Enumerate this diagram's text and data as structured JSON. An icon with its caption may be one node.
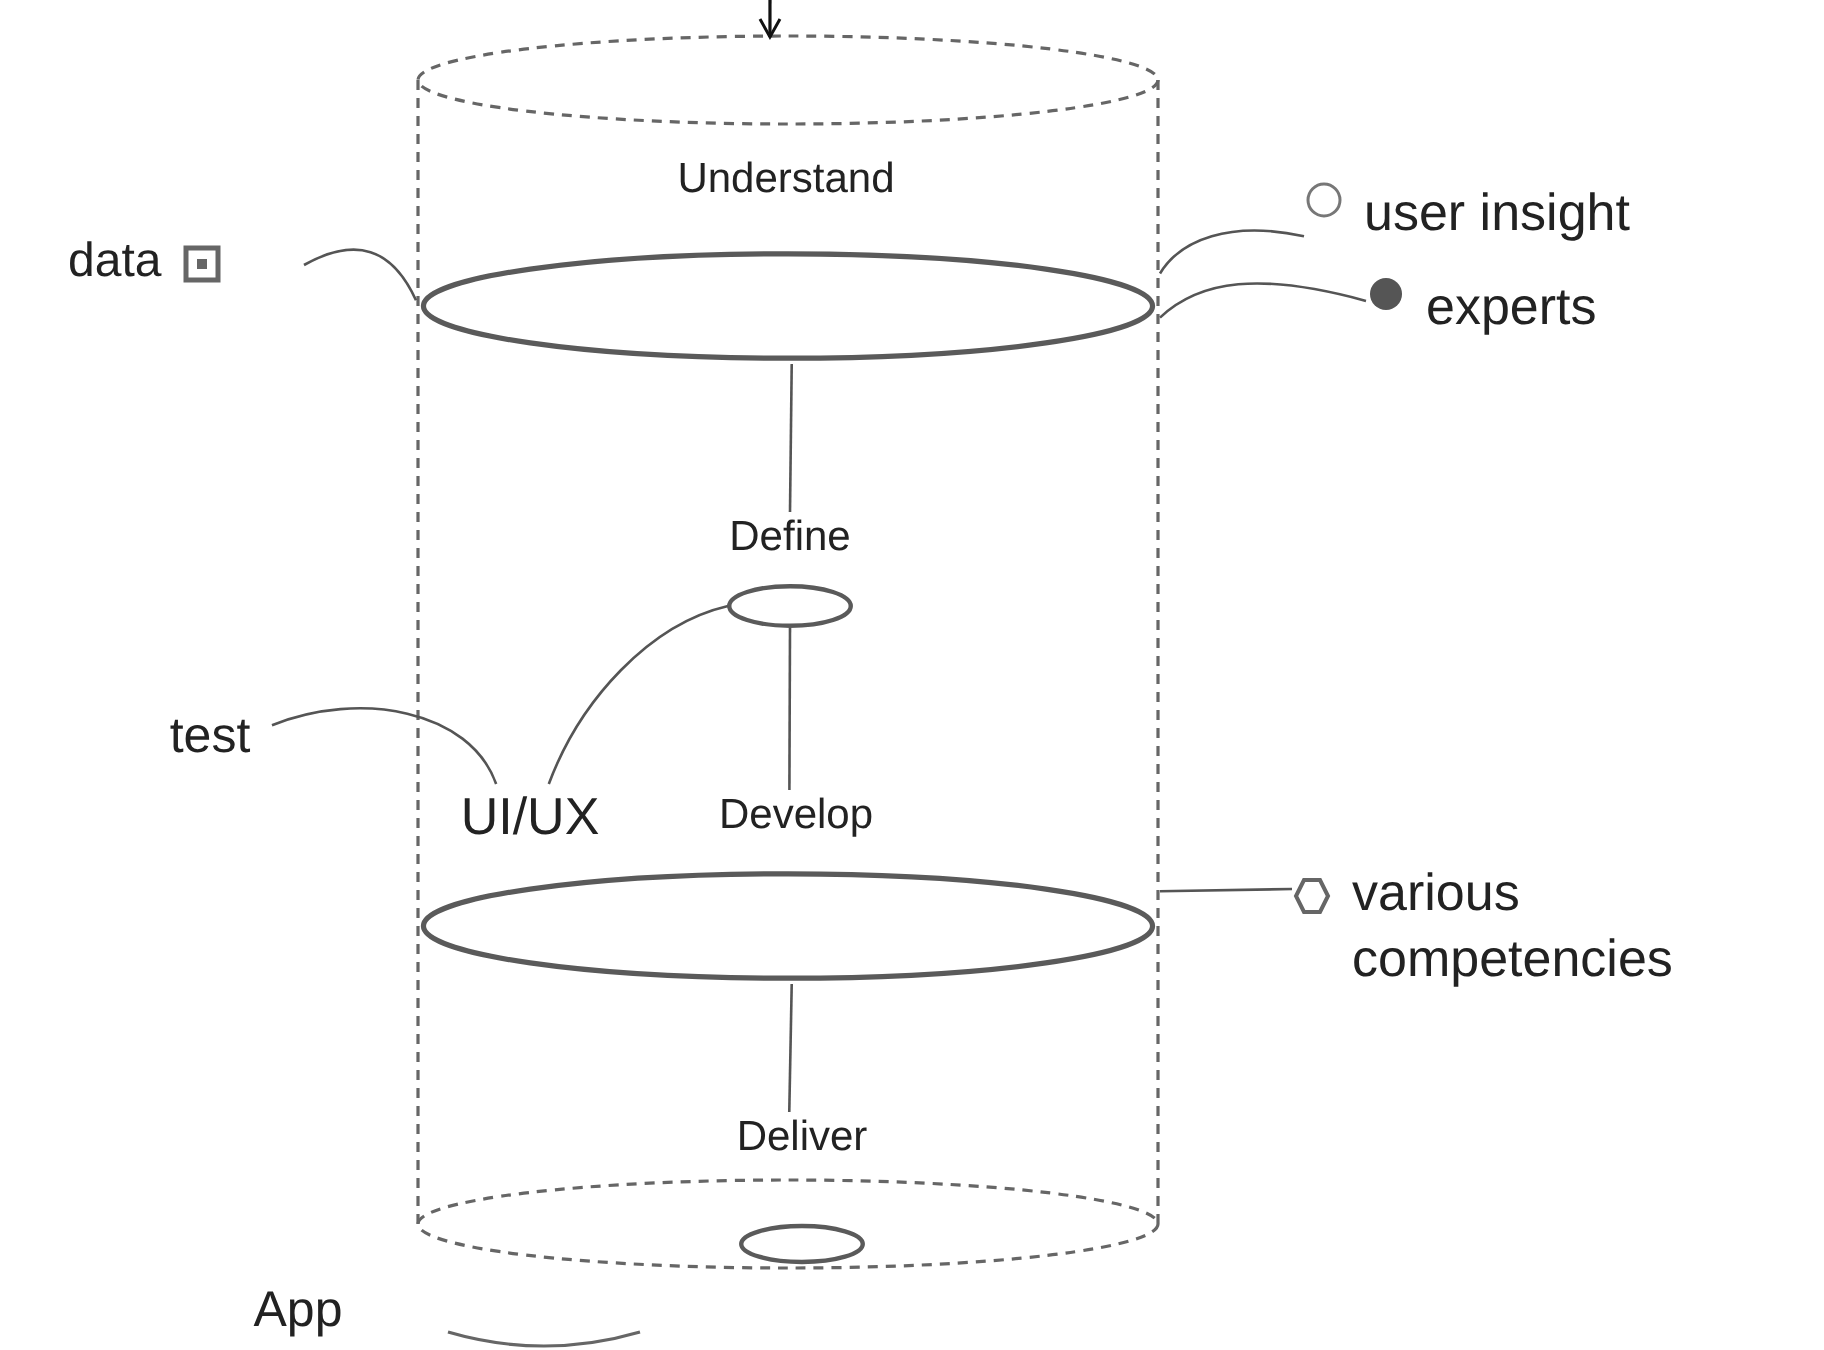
{
  "diagram": {
    "nodes": [
      {
        "text": [],
        "shape": "cylinder"
      },
      {
        "text": [
          "data"
        ]
      },
      {
        "text": [],
        "shape": "ellipse",
        "in": 0
      },
      {
        "text": [
          "user insight"
        ]
      },
      {
        "text": [
          "experts"
        ]
      },
      {
        "text": [
          "Define"
        ],
        "in": 0
      },
      {
        "text": [],
        "shape": "ellipse",
        "in": 0
      },
      {
        "text": [
          "test"
        ]
      },
      {
        "text": [
          "UI/UX"
        ],
        "in": 0
      },
      {
        "text": [
          "Develop"
        ],
        "in": 0
      },
      {
        "text": [],
        "shape": "ellipse",
        "in": 0
      },
      {
        "text": [
          "various competencies"
        ]
      },
      {
        "text": [
          "Deliver"
        ],
        "in": 0
      },
      {
        "text": [],
        "shape": "ellipse",
        "in": 0
      },
      {
        "text": [
          "App"
        ]
      }
    ],
    "edges": [
      {
        "from": null,
        "to": 0,
        "arrow": "to"
      },
      {
        "from": 1,
        "to": 2,
        "arrow": "none"
      },
      {
        "from": 3,
        "to": 2,
        "arrow": "none"
      },
      {
        "from": 4,
        "to": 2,
        "arrow": "none"
      },
      {
        "from": 2,
        "to": 5,
        "arrow": "none"
      },
      {
        "from": 8,
        "to": 6,
        "arrow": "none"
      },
      {
        "from": 7,
        "to": 8,
        "arrow": "none"
      },
      {
        "from": 6,
        "to": 9,
        "arrow": "none"
      },
      {
        "from": 10,
        "to": 11,
        "arrow": "none"
      },
      {
        "from": 10,
        "to": 12,
        "arrow": "none"
      }
    ],
    "labels": [
      "Understand"
    ]
  }
}
